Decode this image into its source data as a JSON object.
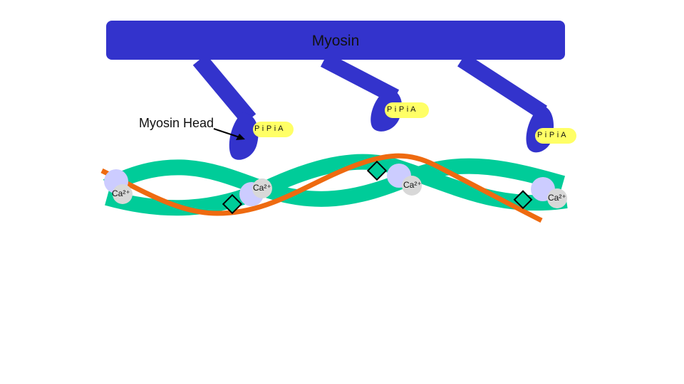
{
  "myosin": {
    "label": "Myosin"
  },
  "myosin_head": {
    "label": "Myosin Head"
  },
  "atp_groups": [
    {
      "text": "P i P i   A"
    },
    {
      "text": "P i P i   A"
    },
    {
      "text": "P i P i   A"
    }
  ],
  "calcium": [
    {
      "text": "Ca²⁺"
    },
    {
      "text": "Ca²⁺"
    },
    {
      "text": "Ca²⁺"
    },
    {
      "text": "Ca²⁺"
    }
  ],
  "colors": {
    "myosin": "#3333cc",
    "actin": "#00cc99",
    "tropomyosin": "#ee6a10",
    "troponin": "#ccccff",
    "calcium": "#d8d8d8",
    "atp": "#ffff66",
    "binding_site": "#00cc99"
  }
}
